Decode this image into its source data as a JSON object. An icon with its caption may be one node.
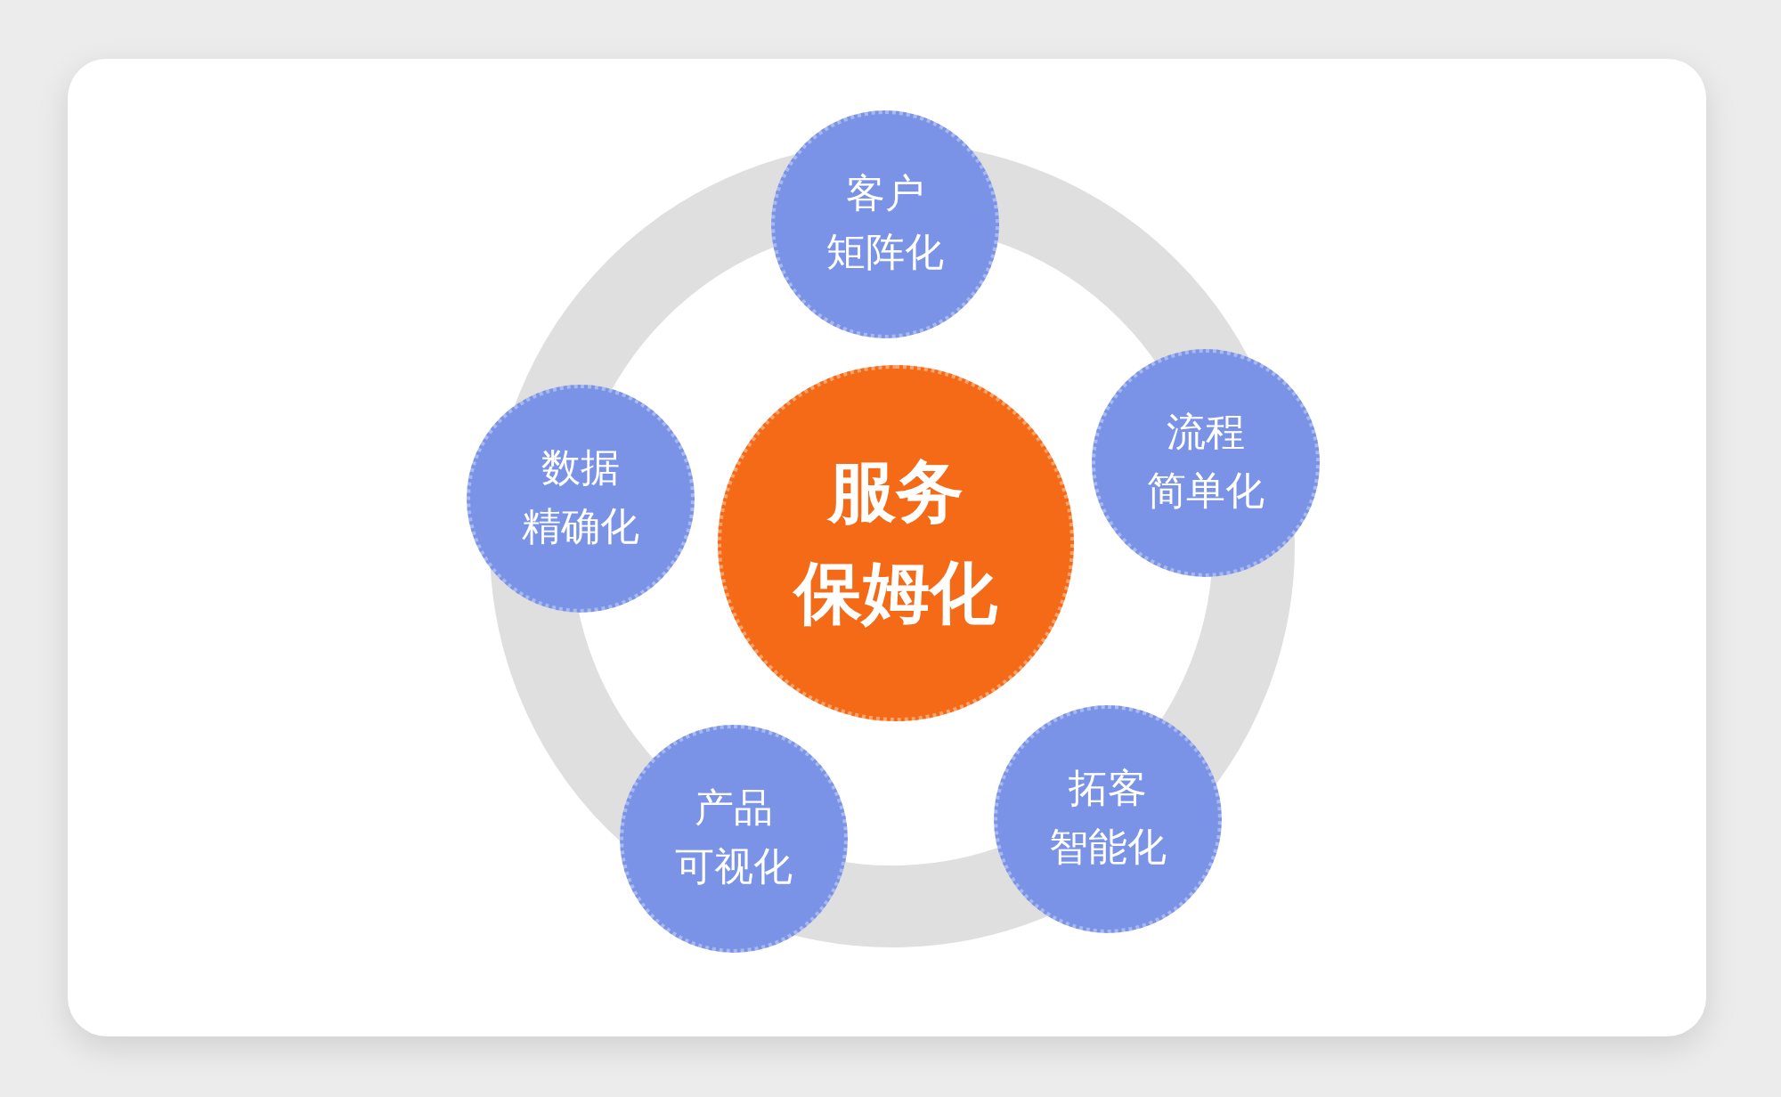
{
  "diagram": {
    "nodes": [
      {
        "text": [
          "服务保姆化"
        ]
      },
      {
        "text": [
          "客户矩阵化"
        ]
      },
      {
        "text": [
          "流程简单化"
        ]
      },
      {
        "text": [
          "拓客智能化"
        ]
      },
      {
        "text": [
          "产品可视化"
        ]
      },
      {
        "text": [
          "数据精确化"
        ]
      }
    ]
  }
}
